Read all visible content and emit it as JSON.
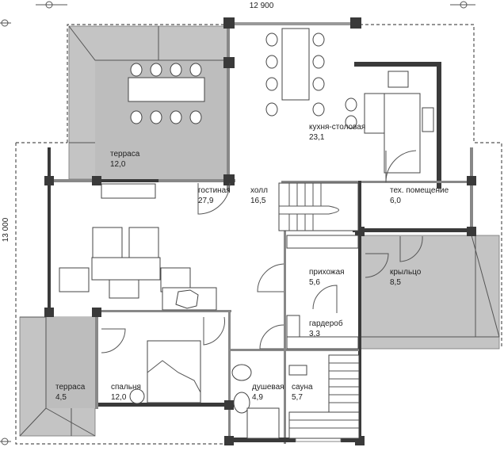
{
  "dimensions": {
    "width": "12 900",
    "height": "13 000"
  },
  "rooms": [
    {
      "name": "терраса",
      "area": "12,0"
    },
    {
      "name": "кухня-столовая",
      "area": "23,1"
    },
    {
      "name": "гостиная",
      "area": "27,9"
    },
    {
      "name": "холл",
      "area": "16,5"
    },
    {
      "name": "тех. помещение",
      "area": "6,0"
    },
    {
      "name": "прихожая",
      "area": "5,6"
    },
    {
      "name": "крыльцо",
      "area": "8,5"
    },
    {
      "name": "гардероб",
      "area": "3,3"
    },
    {
      "name": "терраса",
      "area": "4,5"
    },
    {
      "name": "спальня",
      "area": "12,0"
    },
    {
      "name": "душевая",
      "area": "4,9"
    },
    {
      "name": "сауна",
      "area": "5,7"
    }
  ],
  "colors": {
    "wall": "#3a3a3a",
    "terrace": "#c4c4c4"
  }
}
